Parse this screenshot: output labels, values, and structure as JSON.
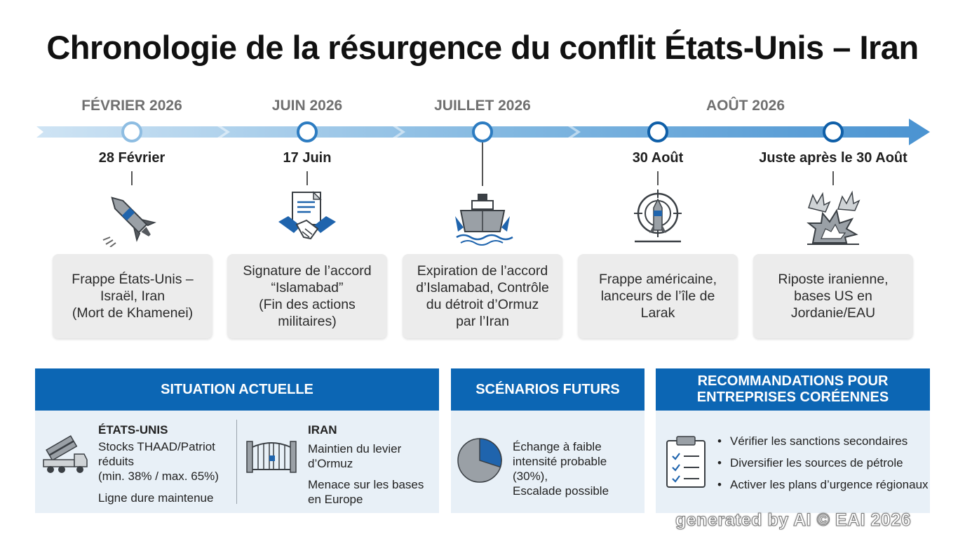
{
  "title": "Chronologie de la résurgence du conflit États-Unis – Iran",
  "months": [
    "FÉVRIER 2026",
    "JUIN 2026",
    "JUILLET 2026",
    "AOÛT 2026"
  ],
  "events": [
    {
      "date": "28 Février",
      "icon": "missile-icon",
      "text": "Frappe États-Unis –\nIsraël, Iran\n(Mort de Khamenei)"
    },
    {
      "date": "17 Juin",
      "icon": "handshake-document-icon",
      "text": "Signature de l’accord\n“Islamabad”\n(Fin des actions\nmilitaires)"
    },
    {
      "date": "",
      "icon": "ship-icon",
      "text": "Expiration de l’accord\nd’Islamabad, Contrôle\ndu détroit d’Ormuz\npar l’Iran"
    },
    {
      "date": "30 Août",
      "icon": "target-missile-icon",
      "text": "Frappe américaine,\nlanceurs de l’île de\nLarak"
    },
    {
      "date": "Juste après le 30 Août",
      "icon": "explosion-icon",
      "text": "Riposte iranienne,\nbases US en\nJordanie/EAU"
    }
  ],
  "panels": {
    "situation": {
      "title": "SITUATION ACTUELLE",
      "us": {
        "heading": "ÉTATS-UNIS",
        "stock": "Stocks THAAD/Patriot\nréduits\n(min. 38% / max. 65%)",
        "line": "Ligne dure maintenue"
      },
      "iran": {
        "heading": "IRAN",
        "lever": "Maintien du levier\nd’Ormuz",
        "threat": "Menace sur les bases\nen Europe"
      }
    },
    "scenarios": {
      "title": "SCÉNARIOS FUTURS",
      "text": "Échange à faible\nintensité probable (30%),\nEscalade possible",
      "probability": 0.3
    },
    "recommendations": {
      "title": "RECOMMANDATIONS POUR\nENTREPRISES CORÉENNES",
      "items": [
        "Vérifier les sanctions secondaires",
        "Diversifier les sources de pétrole",
        "Activer les plans d’urgence régionaux"
      ]
    }
  },
  "watermark": "generated by AI © EAI 2026",
  "colors": {
    "primary": "#0c66b4",
    "accent": "#2d7cc1",
    "light": "#8ebde2",
    "card": "#ececec",
    "panel": "#e8f0f7"
  }
}
